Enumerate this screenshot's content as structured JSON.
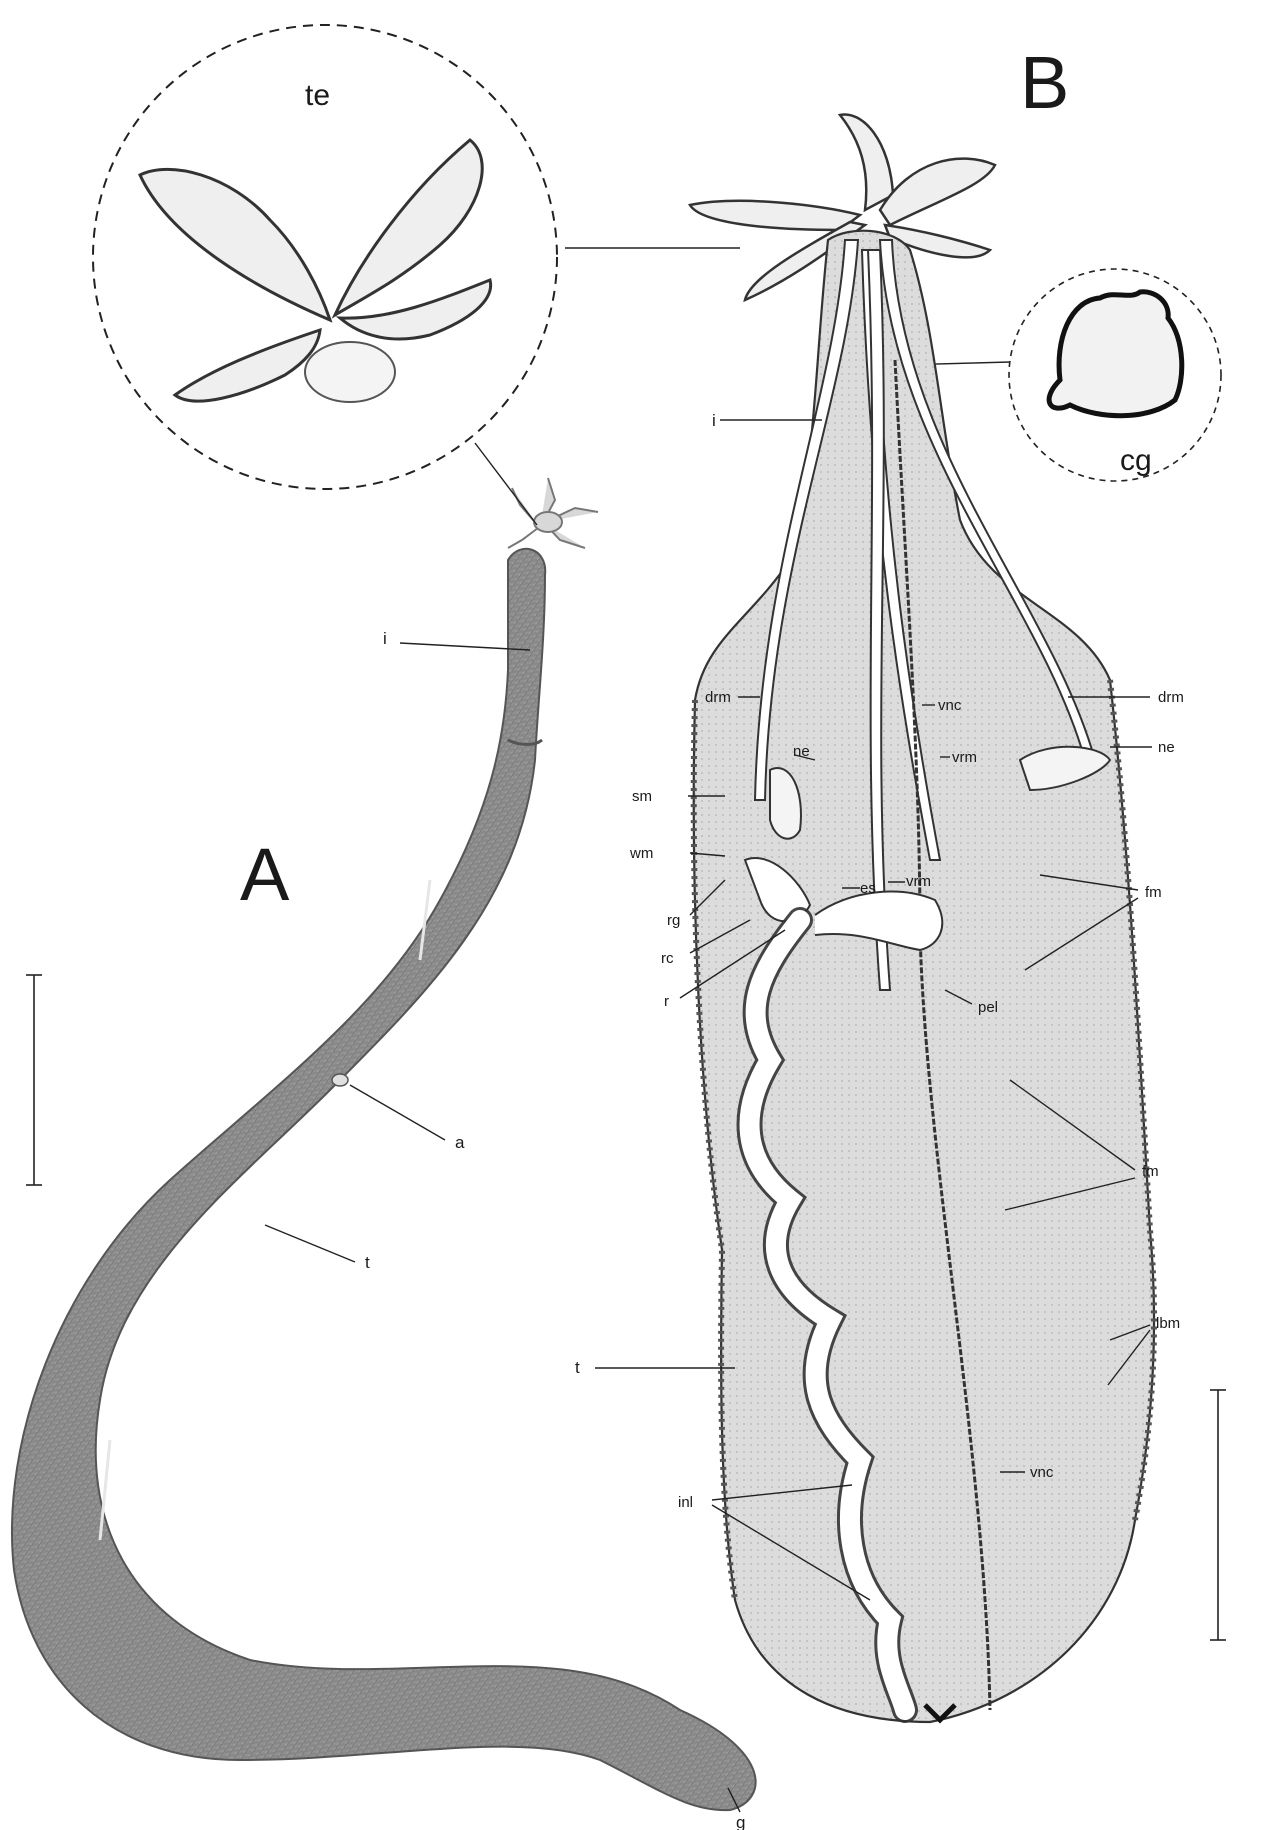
{
  "panels": {
    "a_letter": "A",
    "b_letter": "B"
  },
  "insets": {
    "te": "te",
    "cg": "cg"
  },
  "panel_a_labels": {
    "i": "i",
    "a": "a",
    "t": "t",
    "g": "g"
  },
  "panel_b_labels": {
    "i": "i",
    "drm_left": "drm",
    "drm_right": "drm",
    "vnc_top": "vnc",
    "vrm_top": "vrm",
    "ne_left": "ne",
    "ne_right": "ne",
    "sm": "sm",
    "wm": "wm",
    "rg": "rg",
    "rc": "rc",
    "r": "r",
    "es": "es",
    "vrm_mid": "vrm",
    "fm_top": "fm",
    "pel": "pel",
    "fm_mid": "fm",
    "lbm": "lbm",
    "t": "t",
    "vnc_bottom": "vnc",
    "inl": "inl"
  },
  "colors": {
    "body_fill_a": "#8f8f8f",
    "body_fill_b": "#d9d9d9",
    "line": "#222222"
  }
}
